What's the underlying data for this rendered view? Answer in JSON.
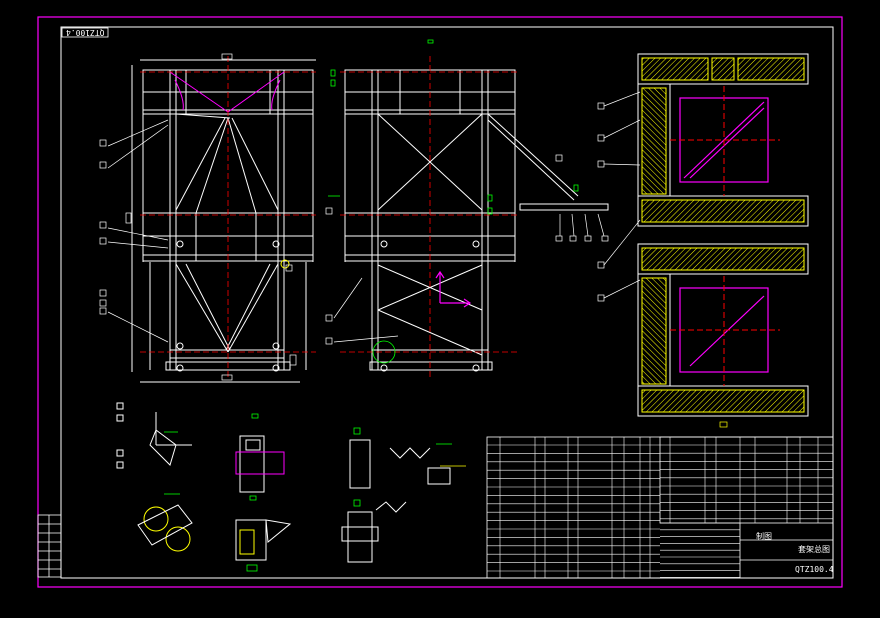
{
  "drawing": {
    "code_upside": "QTZ100.4",
    "drawing_number": "QTZ100.4",
    "title_cell": "套架总图",
    "company_cell": "制图"
  },
  "colors": {
    "background": "#000000",
    "frame": "#ff00ff",
    "line": "#ffffff",
    "centerline": "#ff0000",
    "hatch": "#ffff00",
    "accent": "#00ff00"
  }
}
